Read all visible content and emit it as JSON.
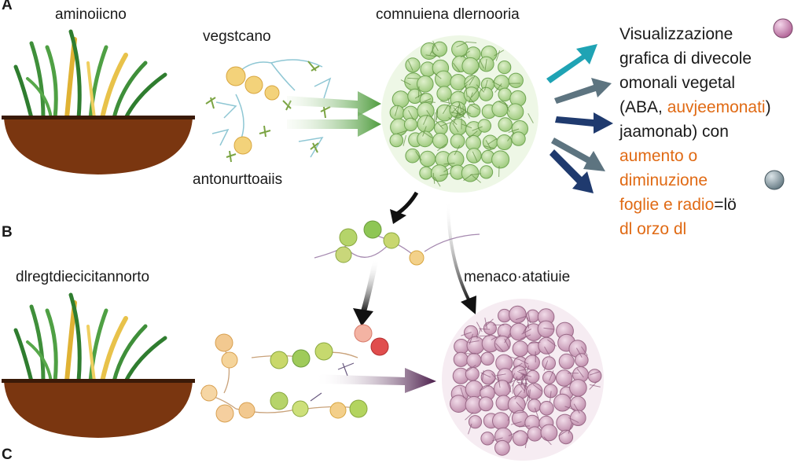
{
  "panels": {
    "a": "A",
    "b": "B",
    "c": "C"
  },
  "captions": {
    "top_left": "aminoiicno",
    "top_mid": "vegstcano",
    "bottom_mid_top": "antonurttoaiis",
    "top_right": "comnuiena dlernooria",
    "mid_left": "dlregtdiecicitannorto",
    "mid_right": "menaco·atatiuie"
  },
  "description": {
    "line1": "Visualizzazione",
    "line2": "grafica di divecole",
    "line3": "omonali vegetal",
    "line4a": "(ABA, ",
    "line4b": "auvjeemonati",
    "line4c": ")",
    "line5": "jaamonab) con",
    "line6": "aumento o",
    "line7": "diminuzione",
    "line8a": "foglie e radio",
    "line8b": "=lö",
    "line9": "dl orzo dl"
  },
  "colors": {
    "soil": "#7a3610",
    "grass_green": "#3f8f3a",
    "grass_yellow": "#e0b234",
    "cell_green": "#a9d48a",
    "cell_purple": "#c79ab8",
    "arrow_green": "#5aa845",
    "arrow_teal": "#1fa3b4",
    "arrow_navy": "#1f3a6e",
    "arrow_gray": "#5d7480",
    "highlight_orange": "#e06a14"
  },
  "icons": [
    "grass-pot-icon",
    "molecule-chain-icon",
    "cell-cluster-icon",
    "purple-dot-icon",
    "gray-dot-icon"
  ]
}
